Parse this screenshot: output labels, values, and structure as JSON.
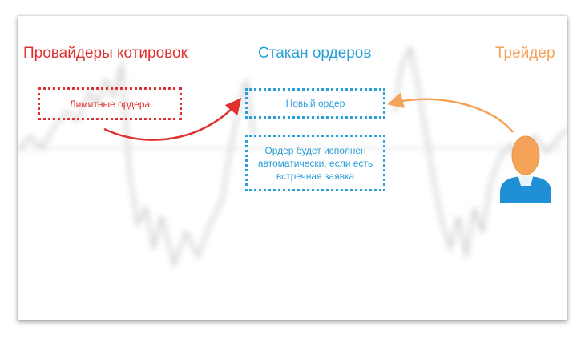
{
  "headings": {
    "providers": "Провайдеры котировок",
    "order_book": "Стакан ордеров",
    "trader": "Трейдер"
  },
  "boxes": {
    "limit_orders": "Лимитные ордера",
    "new_order": "Новый ордер",
    "auto_execution": "Ордер будет исполнен автоматически, если есть встречная заявка"
  },
  "colors": {
    "providers": "#e03030",
    "order_book": "#2a9fd8",
    "trader": "#f4a358",
    "avatar_body": "#1f8fd6"
  },
  "icons": {
    "trader": "person-icon"
  }
}
